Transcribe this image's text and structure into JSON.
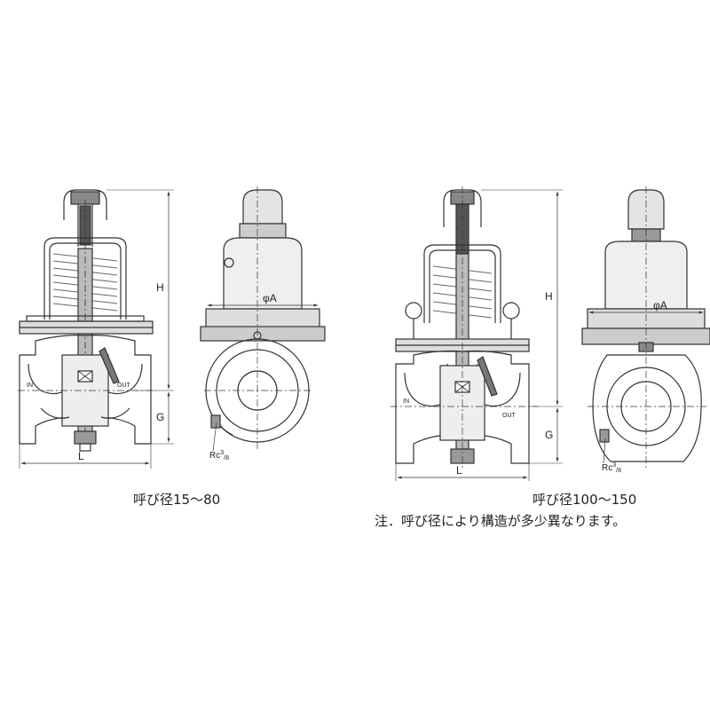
{
  "figures": [
    {
      "id": "small",
      "caption": "呼び径15〜80",
      "dims": {
        "height": "H",
        "gap": "G",
        "length": "L",
        "diameter": "φA",
        "port": "Rc",
        "port_sup": "3",
        "port_sub": "/8"
      },
      "ports": {
        "inlet": "IN",
        "outlet": "OUT"
      }
    },
    {
      "id": "large",
      "caption": "呼び径100〜150",
      "dims": {
        "height": "H",
        "gap": "G",
        "length": "L",
        "diameter": "φA",
        "port": "Rc",
        "port_sup": "3",
        "port_sub": "/8"
      },
      "ports": {
        "inlet": "IN",
        "outlet": "OUT"
      }
    }
  ],
  "note": "注．呼び径により構造が多少異なります。"
}
